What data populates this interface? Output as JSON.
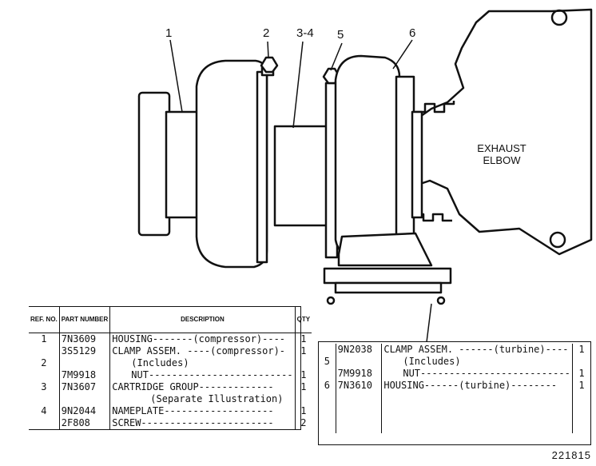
{
  "illustration": {
    "callouts": [
      "1",
      "2",
      "3-4",
      "5",
      "6"
    ],
    "exhaust_elbow_label": [
      "EXHAUST",
      "ELBOW"
    ]
  },
  "parts_table_left": {
    "headers": {
      "ref": "REF. NO.",
      "part": "PART NUMBER",
      "description": "DESCRIPTION",
      "qty": "QTY"
    },
    "rows": [
      {
        "ref": "1",
        "part": "7N3609",
        "description": "HOUSING-------(compressor)----",
        "qty": "1"
      },
      {
        "ref": "",
        "part": "3S5129",
        "description": "CLAMP ASSEM. ----(compressor)-",
        "qty": "1"
      },
      {
        "ref": "2",
        "part": "",
        "description": "(Includes)",
        "qty": ""
      },
      {
        "ref": "",
        "part": "7M9918",
        "description": "NUT-------------------------",
        "qty": "1"
      },
      {
        "ref": "3",
        "part": "7N3607",
        "description": "CARTRIDGE GROUP-------------",
        "qty": "1"
      },
      {
        "ref": "",
        "part": "",
        "description": "(Separate Illustration)",
        "qty": ""
      },
      {
        "ref": "4",
        "part": "9N2044",
        "description": "NAMEPLATE-------------------",
        "qty": "1"
      },
      {
        "ref": "",
        "part": "2F808",
        "description": "SCREW-----------------------",
        "qty": "2"
      }
    ]
  },
  "parts_table_right": {
    "rows": [
      {
        "ref": "",
        "part": "9N2038",
        "description": "CLAMP ASSEM. ------(turbine)----",
        "qty": "1"
      },
      {
        "ref": "5",
        "part": "",
        "description": "(Includes)",
        "qty": ""
      },
      {
        "ref": "",
        "part": "7M9918",
        "description": "NUT--------------------------",
        "qty": "1"
      },
      {
        "ref": "6",
        "part": "7N3610",
        "description": "HOUSING------(turbine)--------",
        "qty": "1"
      }
    ]
  },
  "drawing_number": "221815"
}
